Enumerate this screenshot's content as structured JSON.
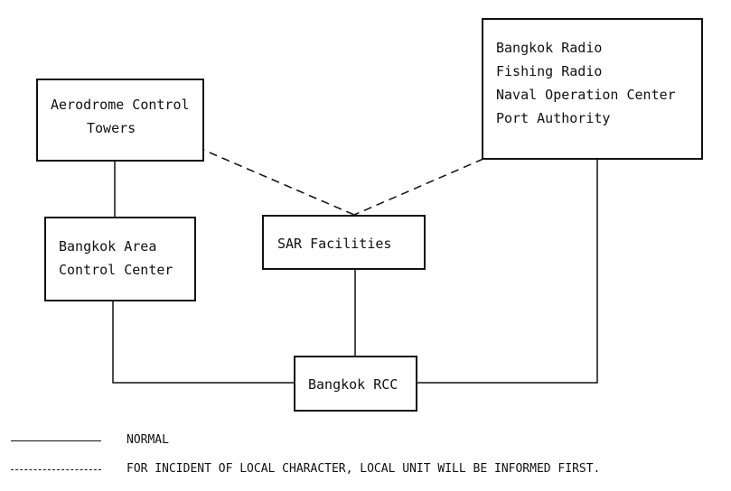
{
  "nodes": {
    "aerodrome": {
      "lines": [
        "Aerodrome Control",
        "Towers"
      ]
    },
    "radio_group": {
      "lines": [
        "Bangkok Radio",
        "Fishing Radio",
        "Naval Operation Center",
        "Port Authority"
      ]
    },
    "acc": {
      "lines": [
        "Bangkok Area",
        "Control Center"
      ]
    },
    "sar": {
      "lines": [
        "SAR Facilities"
      ]
    },
    "rcc": {
      "lines": [
        "Bangkok RCC"
      ]
    }
  },
  "legend": {
    "normal": {
      "style": "solid",
      "label": "NORMAL"
    },
    "local": {
      "style": "dashed",
      "label": "FOR INCIDENT OF LOCAL CHARACTER, LOCAL UNIT WILL BE INFORMED FIRST."
    }
  },
  "colors": {
    "line": "#111111",
    "background": "#ffffff"
  }
}
